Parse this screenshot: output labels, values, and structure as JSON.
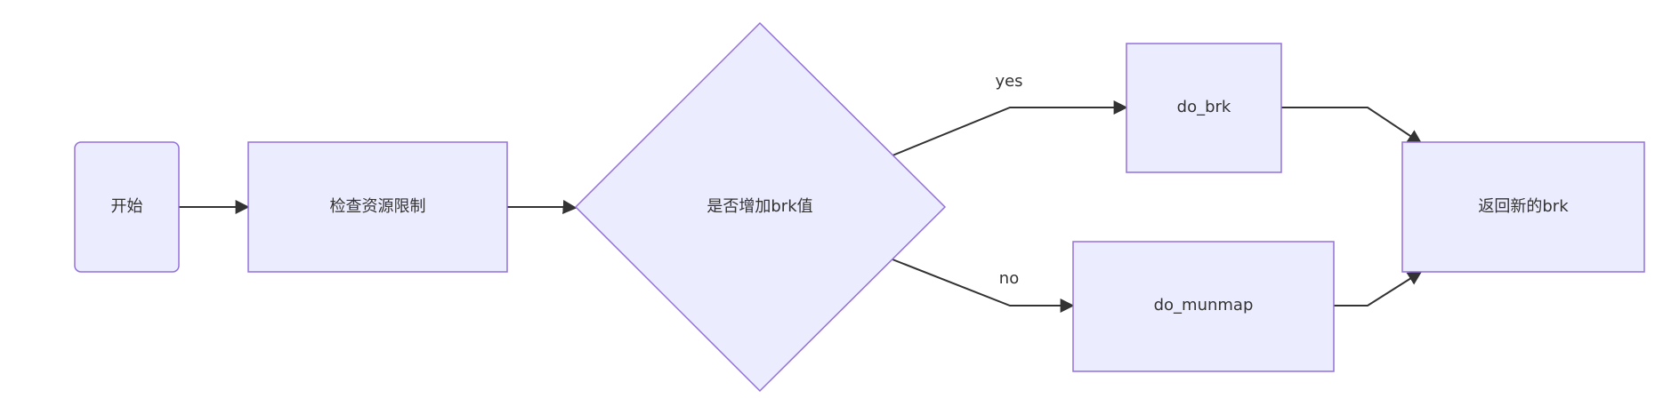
{
  "diagram": {
    "nodes": {
      "start": {
        "label": "开始"
      },
      "check_limits": {
        "label": "检查资源限制"
      },
      "decision": {
        "label": "是否增加brk值"
      },
      "do_brk": {
        "label": "do_brk"
      },
      "do_munmap": {
        "label": "do_munmap"
      },
      "return_brk": {
        "label": "返回新的brk"
      }
    },
    "edges": {
      "yes_label": "yes",
      "no_label": "no"
    },
    "colors": {
      "node_fill": "#ECECFF",
      "node_stroke": "#9370DB",
      "edge": "#333333",
      "text": "#333333"
    }
  }
}
